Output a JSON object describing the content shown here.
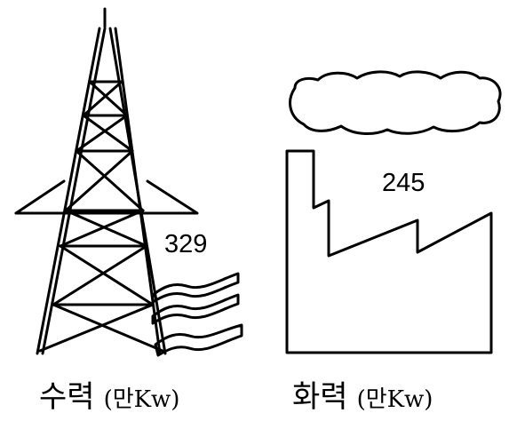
{
  "hydro": {
    "label": "수력",
    "unit": "(만Kw)",
    "value": "329",
    "icon": "transmission-tower-icon"
  },
  "thermal": {
    "label": "화력",
    "unit": "(만Kw)",
    "value": "245",
    "icon": "factory-icon"
  },
  "colors": {
    "ink": "#000000",
    "background": "#ffffff"
  }
}
